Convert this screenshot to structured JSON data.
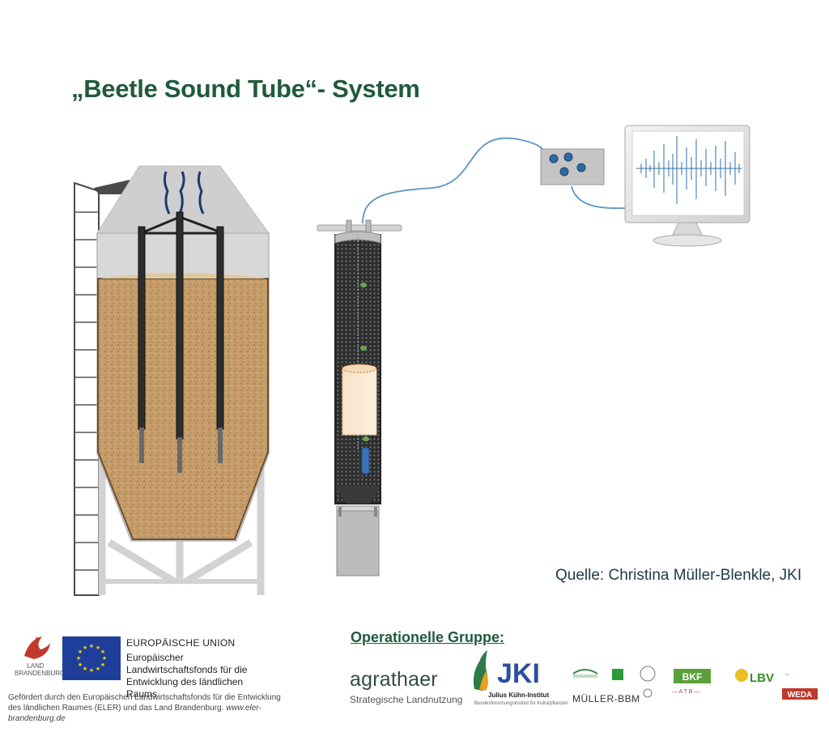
{
  "title": "„Beetle Sound Tube“- System",
  "source": "Quelle: Christina Müller-Blenkle, JKI",
  "colors": {
    "title_green": "#1f5a3c",
    "grain": "#c49a67",
    "silo_gray": "#c8c8c8",
    "tube_dark": "#3a3a3a",
    "cable_blue": "#4d8bb3",
    "eu_blue": "#1f3e9a",
    "eu_star": "#ffd200"
  },
  "footer": {
    "land_logo_text": "LAND BRANDENBURG",
    "eu_title": "EUROPÄISCHE UNION",
    "eu_fund": "Europäischer Landwirtschaftsfonds für die Entwicklung des ländlichen Raums",
    "funding_text": "Gefördert durch den Europäischen Landwirtschaftsfonds für die Entwicklung des ländlichen Raumes (ELER) und das Land Brandenburg.",
    "funding_url": "www.eler-brandenburg.de",
    "og_heading": "Operationelle Gruppe:",
    "agrathaer": "agrathaer",
    "agrathaer_sub": "Strategische Landnutzung",
    "jki_name": "Julius Kühn-Institut",
    "jki_sub": "Bundesforschungsinstitut für Kulturpflanzen",
    "muller_bbm": "MÜLLER-BBM",
    "bkf": "BKF",
    "lbv": "LBV",
    "weda": "WEDA"
  }
}
